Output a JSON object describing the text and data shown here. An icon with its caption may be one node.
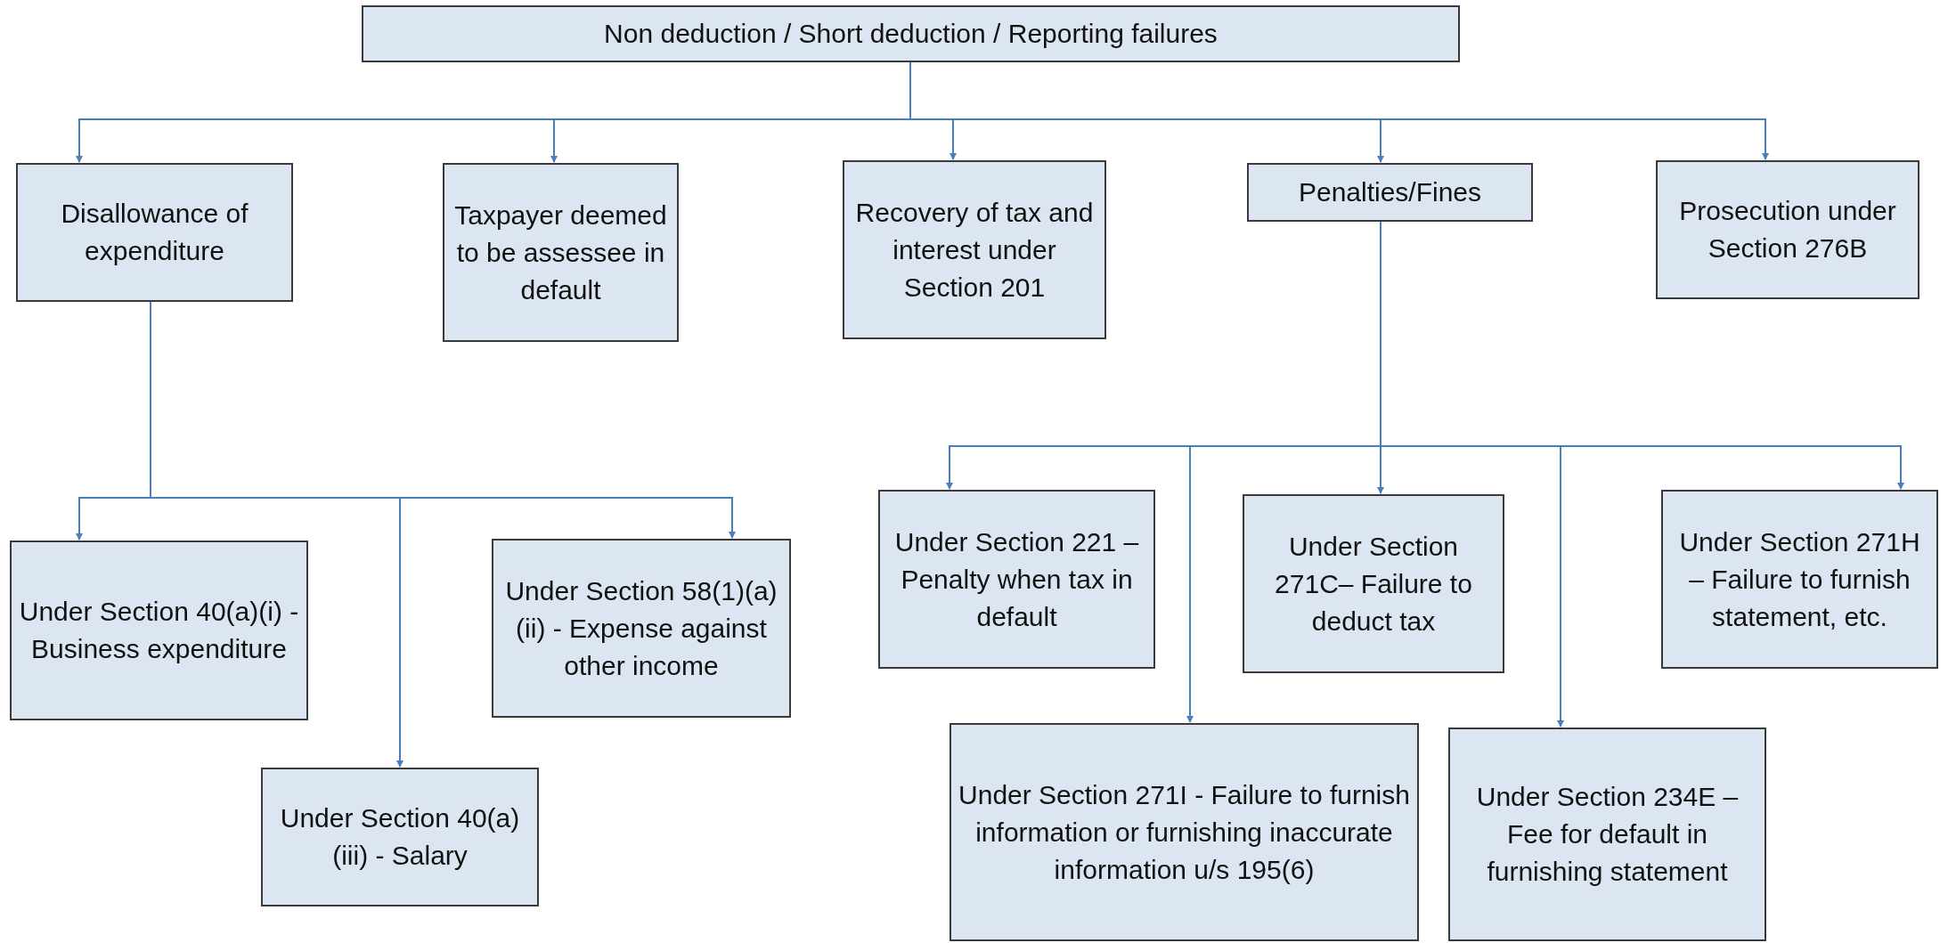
{
  "diagram": {
    "nodes": [
      {
        "text": [
          "Non deduction /  Short deduction /  Reporting failures"
        ]
      },
      {
        "text": [
          "Disallowance of expenditure"
        ]
      },
      {
        "text": [
          "Taxpayer deemed  to be assessee in  default"
        ]
      },
      {
        "text": [
          "Recovery of tax and interest under Section 201"
        ]
      },
      {
        "text": [
          "Penalties/Fines"
        ]
      },
      {
        "text": [
          "Prosecution under Section 276B"
        ]
      },
      {
        "text": [
          "Under Section 40(a)(i) - Business expenditure"
        ]
      },
      {
        "text": [
          "Under Section 40(a)(iii) - Salary"
        ]
      },
      {
        "text": [
          "Under Section 58(1)(a)(ii) - Expense against other income"
        ]
      },
      {
        "text": [
          "Under Section 221 – Penalty when tax in default"
        ]
      },
      {
        "text": [
          "Under Section 271I - Failure to furnish information or furnishing inaccurate information  u/s 195(6)"
        ]
      },
      {
        "text": [
          "Under Section 271C– Failure  to deduct tax"
        ]
      },
      {
        "text": [
          "Under Section 234E – Fee for default in furnishing statement"
        ]
      },
      {
        "text": [
          "Under Section 271H – Failure to furnish statement, etc."
        ]
      }
    ],
    "edges": [
      {
        "from": 0,
        "to": 1,
        "arrow": "to"
      },
      {
        "from": 0,
        "to": 2,
        "arrow": "to"
      },
      {
        "from": 0,
        "to": 3,
        "arrow": "to"
      },
      {
        "from": 0,
        "to": 4,
        "arrow": "to"
      },
      {
        "from": 0,
        "to": 5,
        "arrow": "to"
      },
      {
        "from": 1,
        "to": 6,
        "arrow": "to"
      },
      {
        "from": 1,
        "to": 7,
        "arrow": "to"
      },
      {
        "from": 1,
        "to": 8,
        "arrow": "to"
      },
      {
        "from": 4,
        "to": 9,
        "arrow": "to"
      },
      {
        "from": 4,
        "to": 10,
        "arrow": "to"
      },
      {
        "from": 4,
        "to": 11,
        "arrow": "to"
      },
      {
        "from": 4,
        "to": 12,
        "arrow": "to"
      },
      {
        "from": 4,
        "to": 13,
        "arrow": "to"
      }
    ]
  }
}
